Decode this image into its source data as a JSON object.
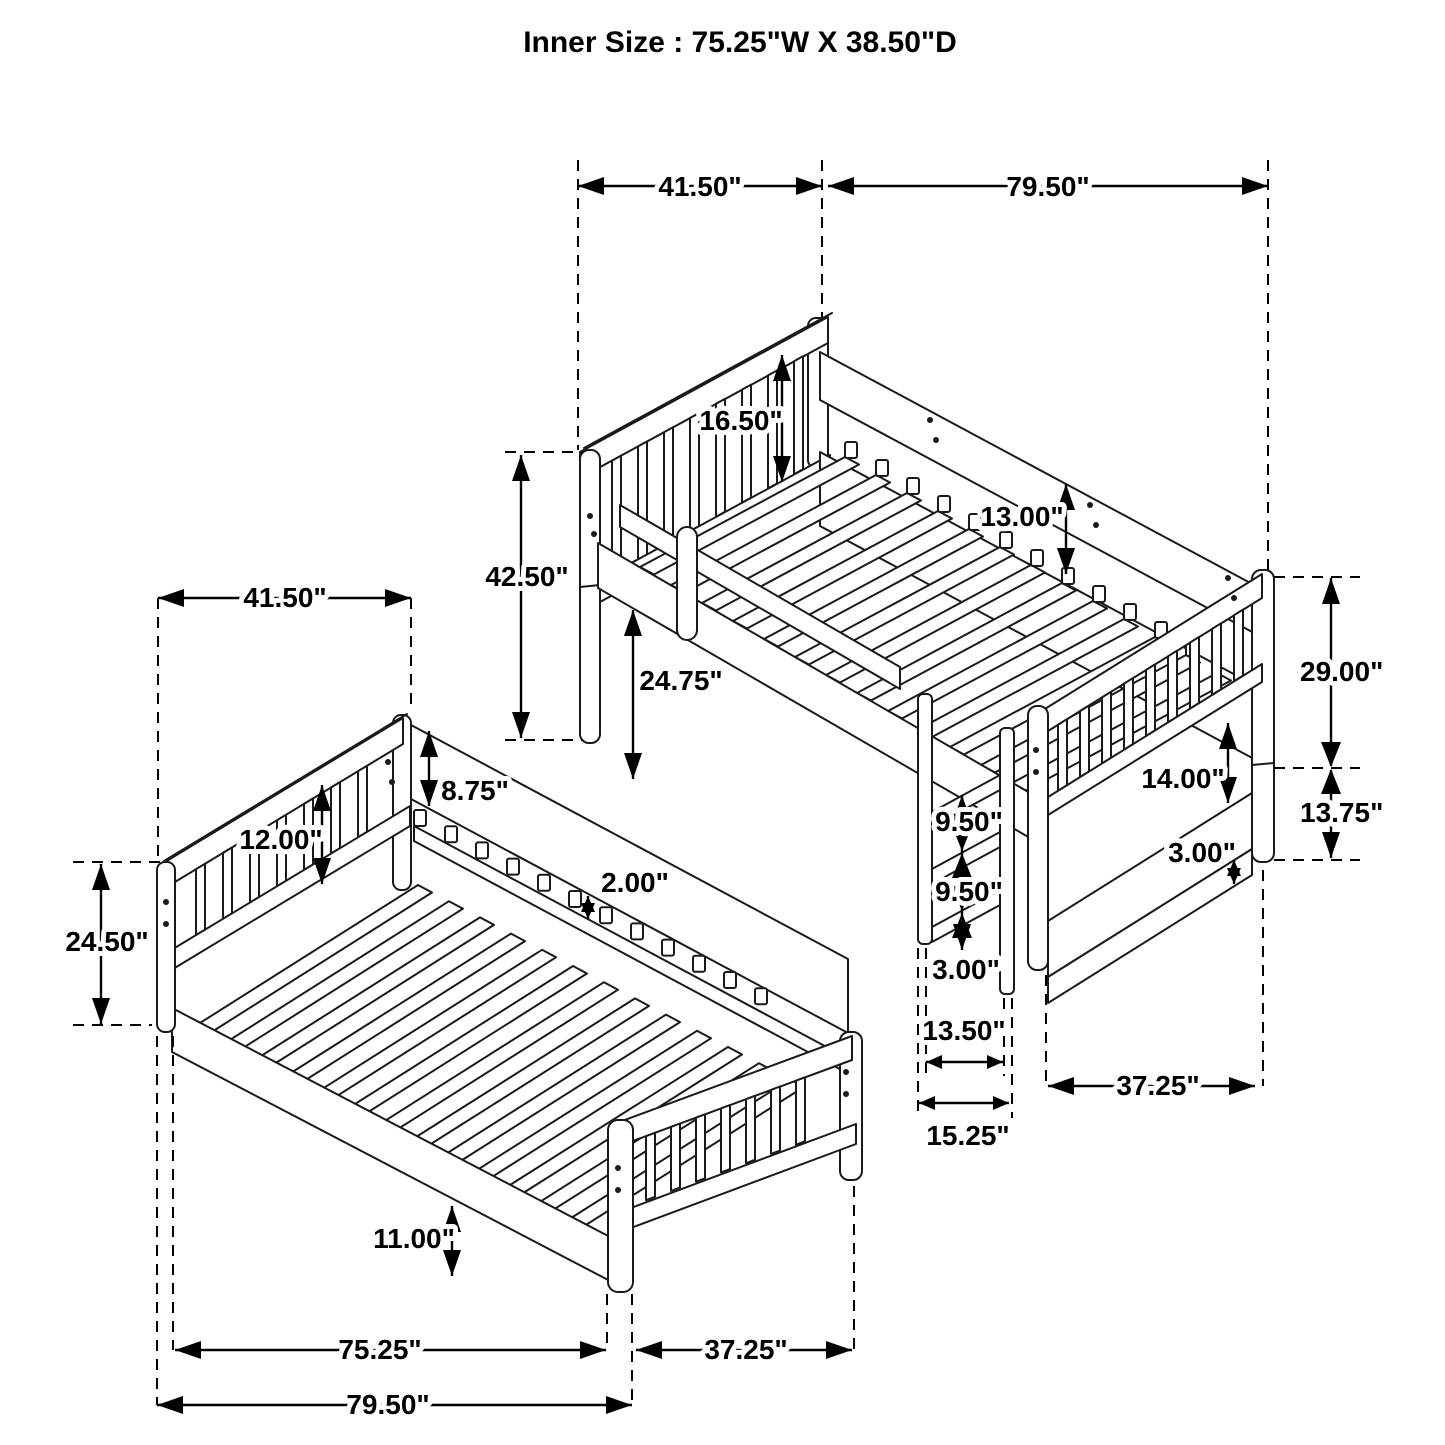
{
  "title": "Inner Size : 75.25\"W X  38.50\"D",
  "dims": {
    "top_left_width": "41.50\"",
    "top_right_width": "79.50\"",
    "headboard_guard_height": "16.50\"",
    "bunk_overall_height": "42.50\"",
    "deck_to_rail": "13.00\"",
    "rail_to_floor": "24.75\"",
    "footboard_height": "29.00\"",
    "foot_panel_drop": "13.75\"",
    "guard_panel_height": "14.00\"",
    "foot_bottom_board": "3.00\"",
    "ladder_step_1": "9.50\"",
    "ladder_step_2": "9.50\"",
    "ladder_step_3": "3.00\"",
    "ladder_inner_width": "13.50\"",
    "ladder_outer_width": "15.25\"",
    "foot_width": "37.25\"",
    "twin_head_width": "41.50\"",
    "twin_rail_height": "8.75\"",
    "twin_headboard_panel": "12.00\"",
    "twin_head_height": "24.50\"",
    "slat_thickness": "2.00\"",
    "twin_leg_height": "11.00\"",
    "twin_inner_length": "75.25\"",
    "twin_foot_width": "37.25\"",
    "twin_overall_length": "79.50\""
  }
}
